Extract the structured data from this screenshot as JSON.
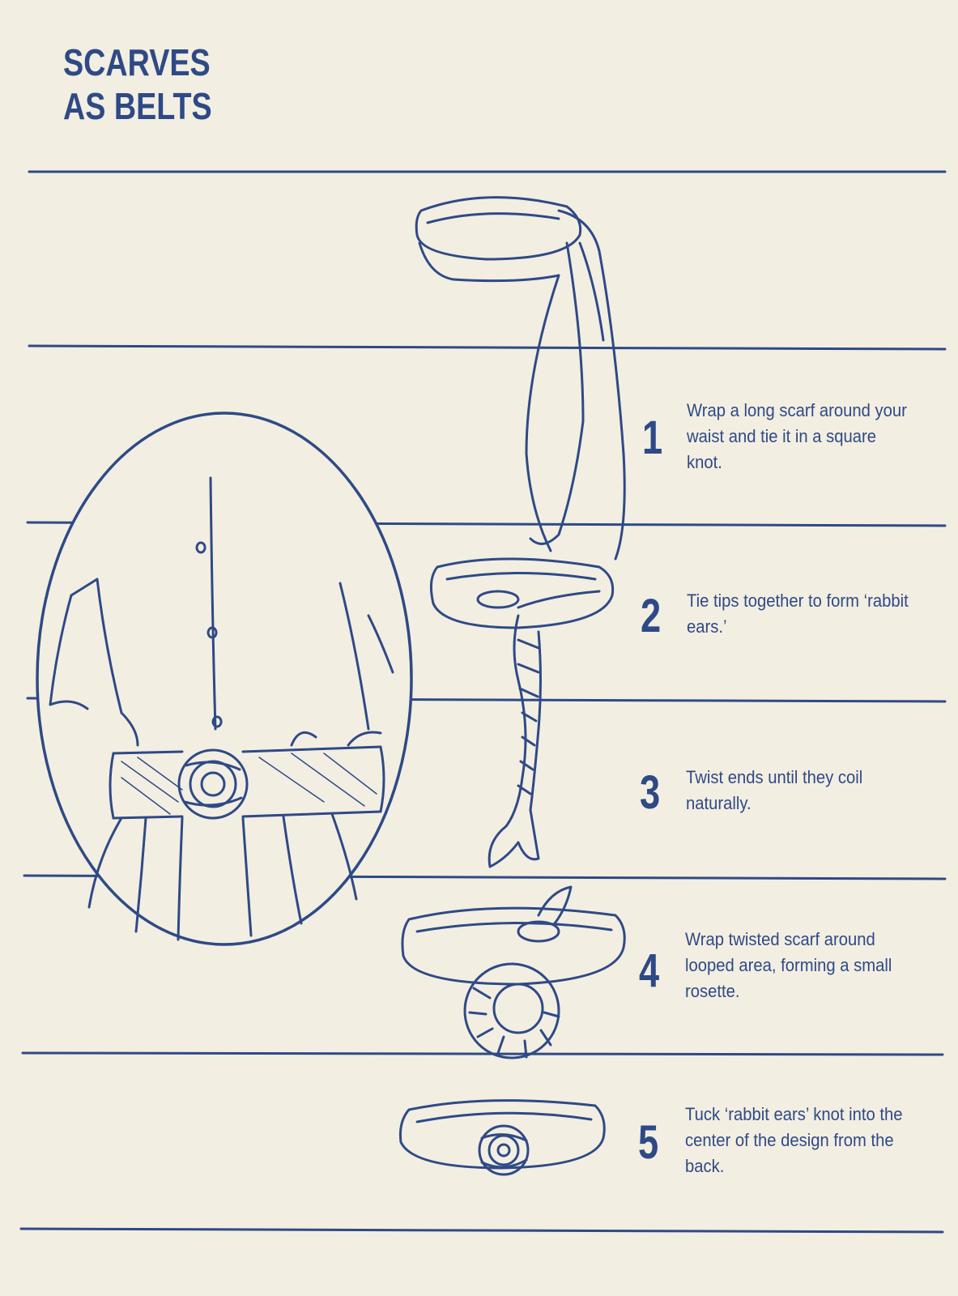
{
  "page": {
    "title_line1": "SCARVES",
    "title_line2": "AS BELTS"
  },
  "steps": [
    {
      "number": "1",
      "text": "Wrap a long scarf around your waist and tie it in a square knot."
    },
    {
      "number": "2",
      "text": "Tie tips together to form ‘rabbit ears.’"
    },
    {
      "number": "3",
      "text": "Twist ends until they coil naturally."
    },
    {
      "number": "4",
      "text": "Wrap twisted scarf around looped area, forming a small rosette."
    },
    {
      "number": "5",
      "text": "Tuck ‘rabbit ears’ knot into the center of the design from the back."
    }
  ],
  "colors": {
    "ink": "#2e4a86",
    "paper": "#f3eee2"
  }
}
